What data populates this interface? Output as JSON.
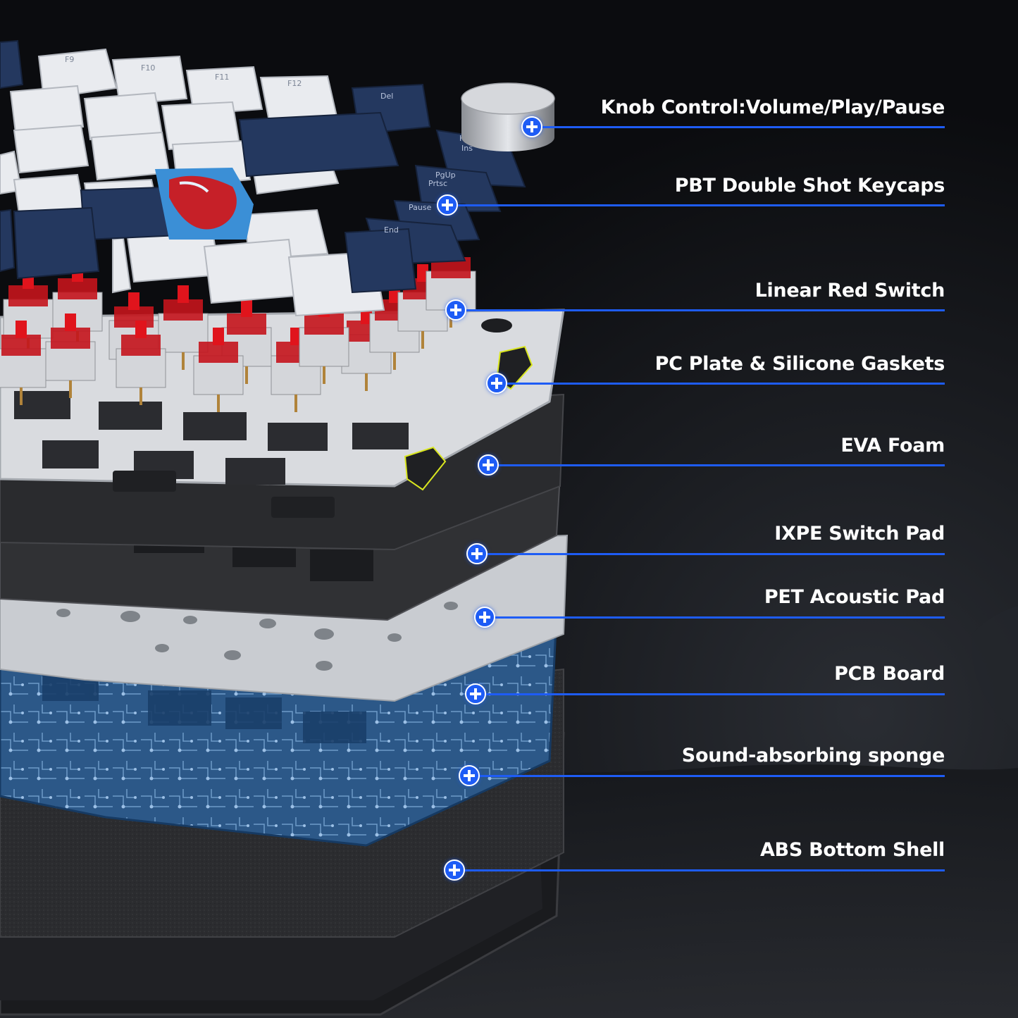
{
  "colors": {
    "background": "#0b0c0f",
    "accent_blue": "#1e5cf5",
    "label_text": "#ffffff",
    "keycap_white": "#e9ebef",
    "keycap_navy": "#23375f",
    "switch_red": "#e0141c",
    "pcb_blue": "#2d5a8c"
  },
  "keycap_legends": [
    "F9",
    "F10",
    "F11",
    "F12",
    "Del",
    "Home Ins",
    "PgUp Prtsc",
    "PgDn Pause",
    "End"
  ],
  "callouts": [
    {
      "label": "Knob Control:Volume/Play/Pause",
      "icon": "plus-icon"
    },
    {
      "label": "PBT Double Shot Keycaps",
      "icon": "plus-icon"
    },
    {
      "label": "Linear Red Switch",
      "icon": "plus-icon"
    },
    {
      "label": "PC Plate & Silicone Gaskets",
      "icon": "plus-icon"
    },
    {
      "label": "EVA Foam",
      "icon": "plus-icon"
    },
    {
      "label": "IXPE Switch Pad",
      "icon": "plus-icon"
    },
    {
      "label": "PET Acoustic Pad",
      "icon": "plus-icon"
    },
    {
      "label": "PCB Board",
      "icon": "plus-icon"
    },
    {
      "label": "Sound-absorbing sponge",
      "icon": "plus-icon"
    },
    {
      "label": "ABS Bottom Shell",
      "icon": "plus-icon"
    }
  ]
}
